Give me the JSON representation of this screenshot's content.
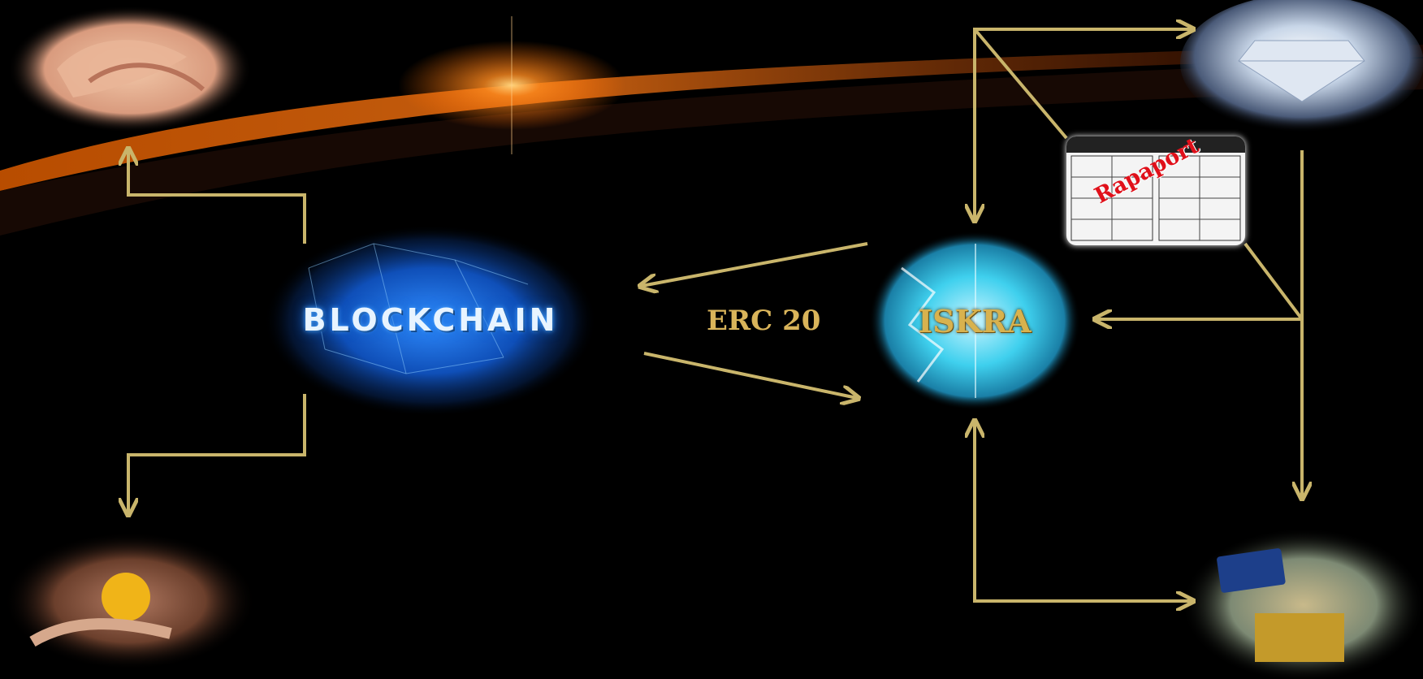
{
  "labels": {
    "blockchain": "BLOCKCHAIN",
    "erc": "ERC 20",
    "iskra": "ISKRA",
    "rapaport": "Rapaport"
  },
  "images": {
    "top_left": "holding-hands-photo",
    "bottom_left": "outstretched-hands-photo",
    "blockchain": "blockchain-network-globe",
    "iskra": "iskra-digital-globe",
    "diamond": "diamond-gem",
    "rapaport": "rapaport-price-list-table",
    "money": "cards-cash-coins-photo"
  },
  "colors": {
    "arrow": "#c9b56b",
    "gold_text": "#d9b45a",
    "rapaport_red": "#e0101a",
    "background": "#000000"
  }
}
